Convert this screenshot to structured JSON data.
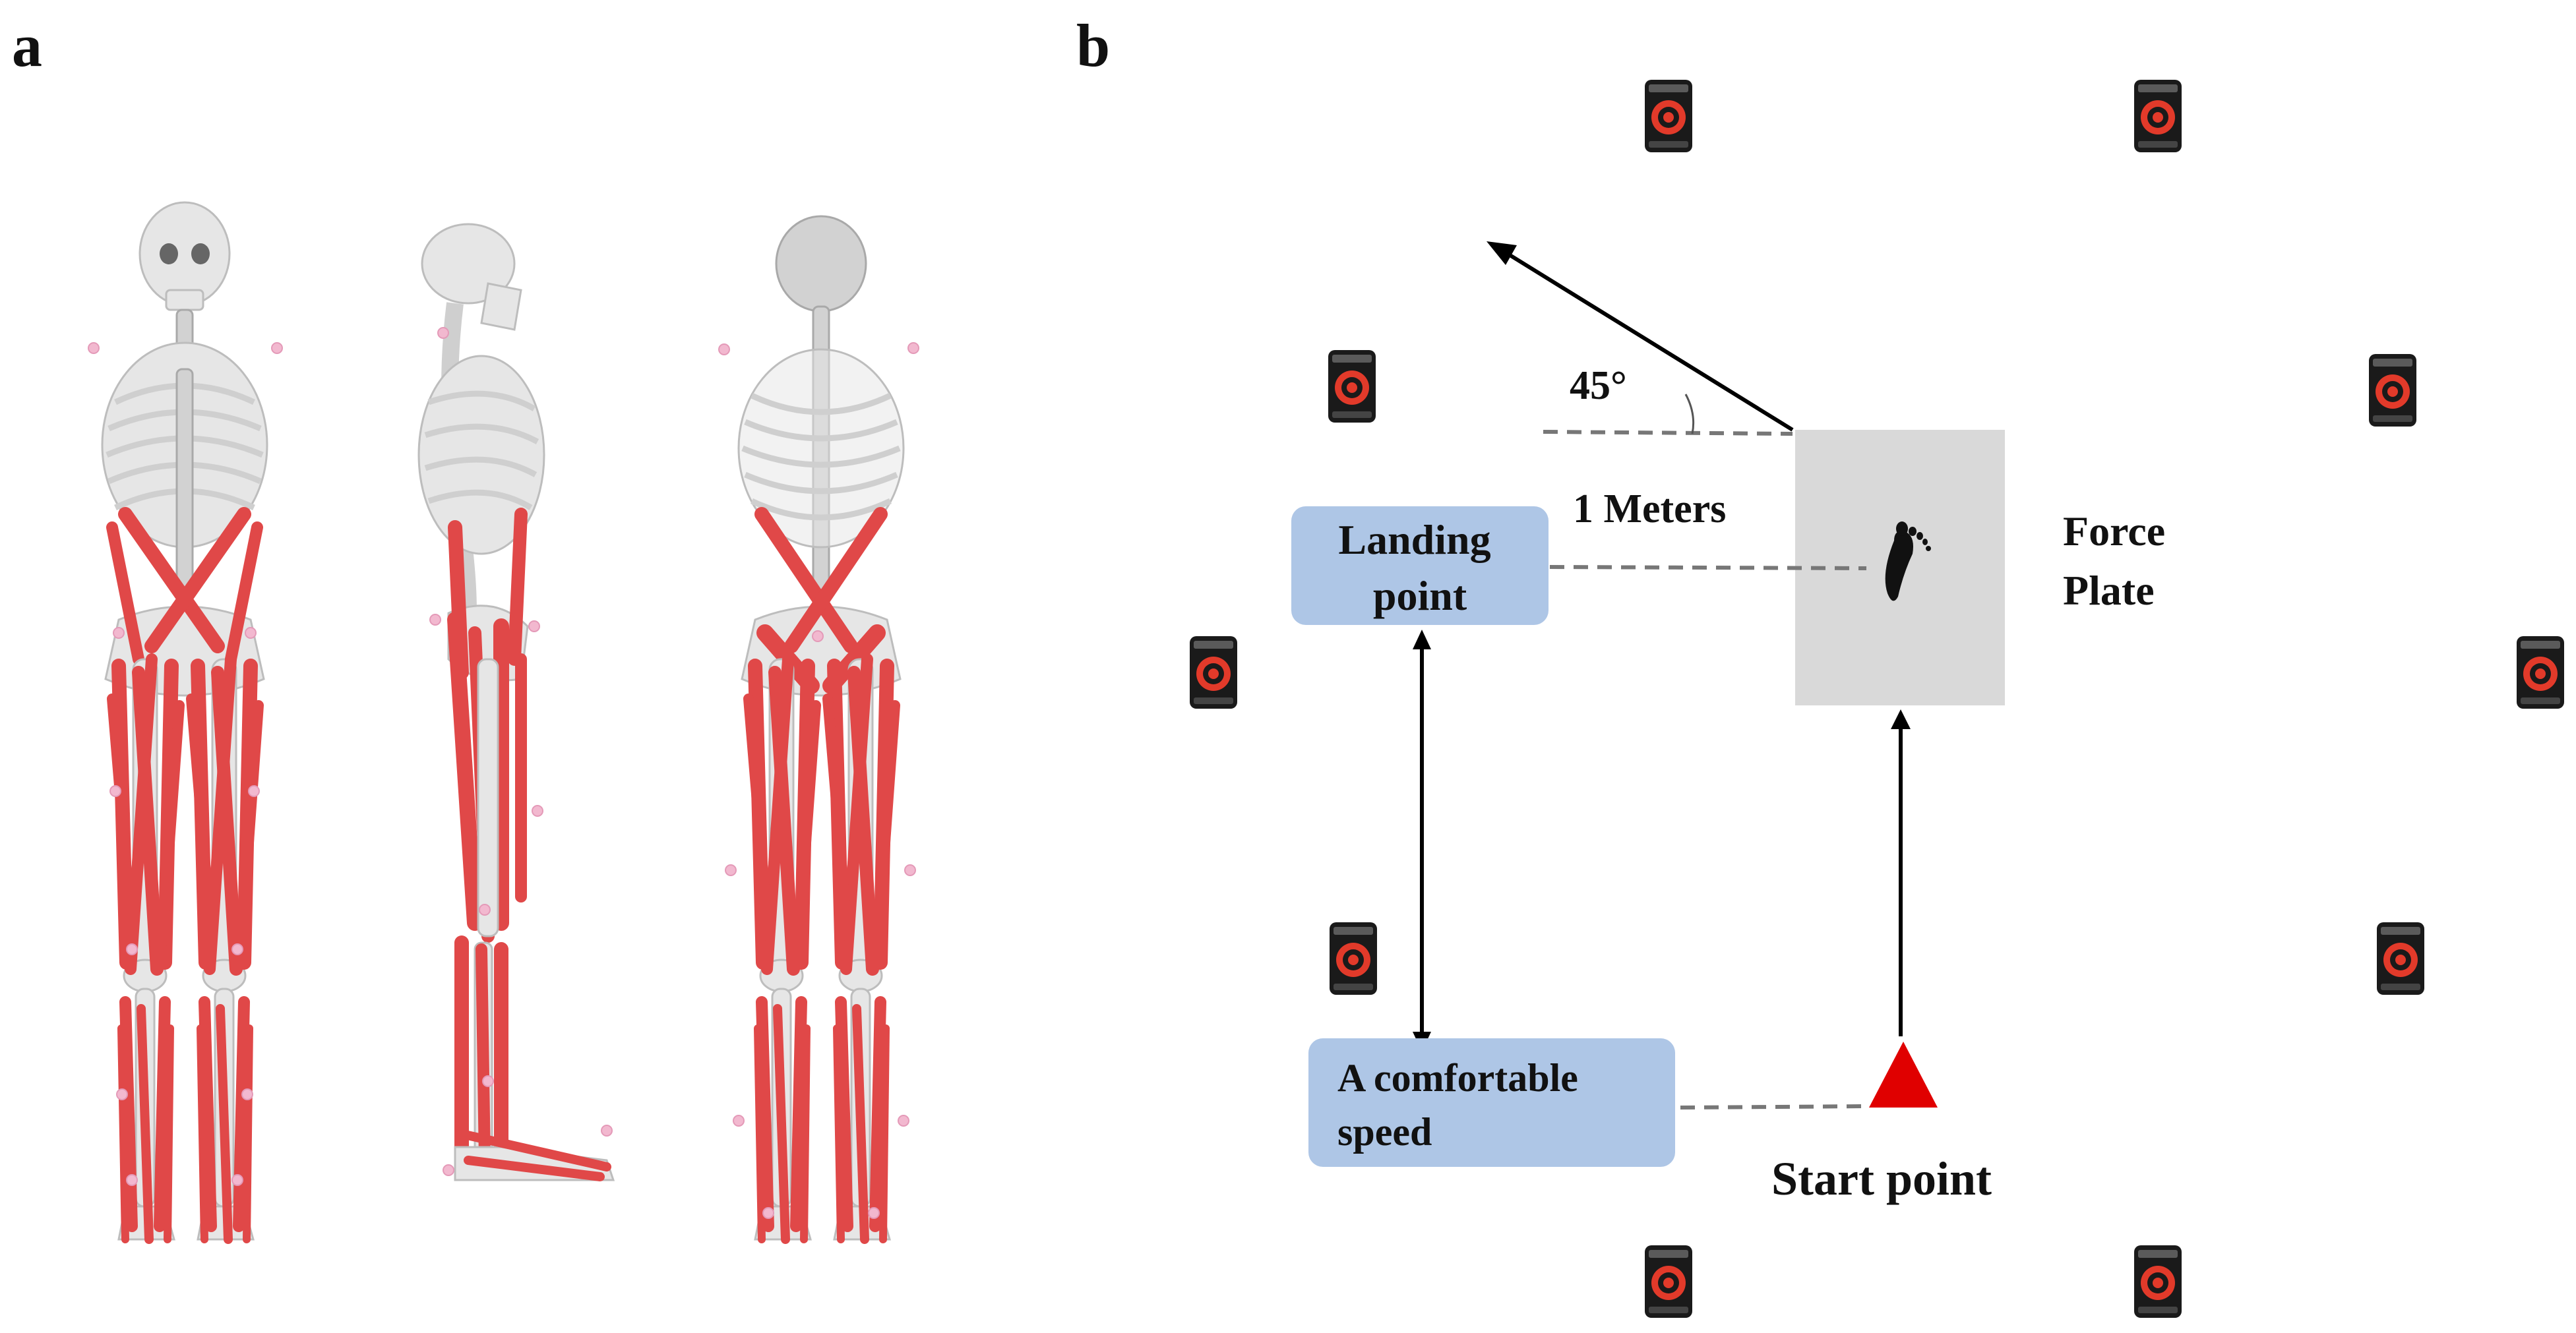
{
  "panels": {
    "a_label": "a",
    "b_label": "b"
  },
  "diagram": {
    "angle_label": "45°",
    "distance_label": "1 Meters",
    "landing_box": [
      "Landing",
      "point"
    ],
    "speed_box": [
      "A comfortable",
      "speed"
    ],
    "force_plate_label": [
      "Force",
      "Plate"
    ],
    "start_label": "Start point"
  },
  "icons": {
    "camera": "motion-capture-camera-icon",
    "foot": "footprint-icon",
    "start": "red-triangle-start-marker"
  },
  "colors": {
    "muscle": "#e04848",
    "box": "#aec6e6",
    "plate": "#d9d9d9",
    "start_marker": "#e00000",
    "camera_ring": "#e23a2a"
  }
}
